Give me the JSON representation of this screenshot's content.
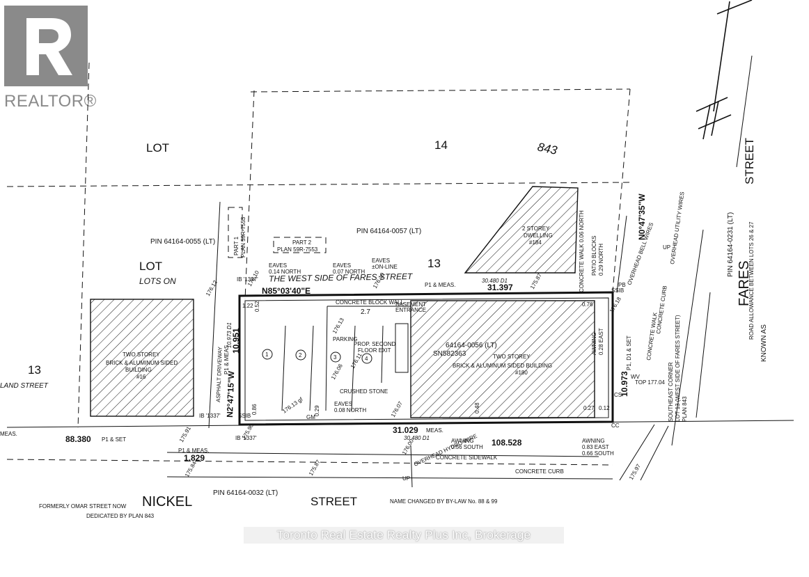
{
  "brand": {
    "logo_text": "REALTOR®",
    "logo_color": "#8a8a8a"
  },
  "watermark": "Toronto Real Estate Realty Plus Inc, Brokerage",
  "labels": {
    "lot_top": "LOT",
    "lot_num_14": "14",
    "plan_843": "843",
    "lot_left": "LOT",
    "lots_on": "LOTS ON",
    "lot_13_left": "13",
    "land_street": "LAND STREET",
    "west_side": "THE WEST SIDE OF FARES STREET",
    "lot_13_mid": "13",
    "fares": "FARES",
    "street_right": "STREET",
    "known_as": "KNOWN AS",
    "road_allowance": "ROAD ALLOWANCE BETWEEN LOTS 26 & 27",
    "pin_0231": "PIN 64164-0231 (LT)",
    "pin_0055": "PIN 64164-0055 (LT)",
    "pin_0057": "PIN 64164-0057 (LT)",
    "pin_0032": "PIN 64164-0032 (LT)",
    "part1_a": "PART 1",
    "part1_b": "PLAN 59R-7553",
    "part2_a": "PART 2",
    "part2_b": "PLAN 59R-7553",
    "bearing_top": "N85°03'40\"E",
    "bearing_left": "N2°47'15\"W",
    "bearing_right": "N0°47'35\"W",
    "dim_left": "10.951",
    "dim_left_d1": "10.973 D1",
    "p1_meas_left": "P1 & MEAS.",
    "dim_right": "10.973",
    "p1_d1_set": "P1, D1 & SET",
    "dim_top": "31.397",
    "dim_top_d1": "30.480 D1",
    "p1_meas_top": "P1 & MEAS.",
    "dim_bottom": "31.029",
    "dim_bottom_meas": "MEAS.",
    "dim_bottom_d1": "30.480 D1",
    "dim_88": "88.380",
    "p1_set": "P1 & SET",
    "dim_108": "108.528",
    "p1_meas_bl": "P1 & MEAS.",
    "dim_1829": "1.829",
    "eaves_014_a": "EAVES",
    "eaves_014_b": "0.14 NORTH",
    "eaves_007_a": "EAVES",
    "eaves_007_b": "0.07 NORTH",
    "eaves_online_a": "EAVES",
    "eaves_online_b": "±ON-LINE",
    "eaves_008_a": "EAVES",
    "eaves_008_b": "0.08 NORTH",
    "concrete_block_wall": "CONCRETE BLOCK WALL",
    "basement_entrance_a": "BASEMENT",
    "basement_entrance_b": "ENTRANCE",
    "parking": "PARKING",
    "prop_second_a": "PROP. SECOND",
    "prop_second_b": "FLOOR EXIT",
    "crushed_stone": "CRUSHED STONE",
    "dim_27": "2.7",
    "spot_1": "1",
    "spot_2": "2",
    "spot_3": "3",
    "spot_4": "4",
    "bldg_pin": "64164-0056 (LT)",
    "bldg_sn": "SN582363",
    "bldg_desc_a": "TWO STOREY",
    "bldg_desc_b": "BRICK & ALUMINUM SIDED BUILDING",
    "bldg_num": "#180",
    "dwelling_a": "2 STOREY",
    "dwelling_b": "DWELLING",
    "dwelling_num": "#184",
    "left_bldg_a": "TWO STOREY",
    "left_bldg_b": "BRICK & ALUMINUM SIDED",
    "left_bldg_c": "BUILDING",
    "left_bldg_num": "#16",
    "asphalt_driveway": "ASPHALT DRIVEWAY",
    "awning_028_a": "AWNING",
    "awning_028_b": "0.28 EAST",
    "awning_056_a": "AWNING",
    "awning_056_b": "0.56 SOUTH",
    "awning_083_a": "AWNING",
    "awning_083_b": "0.83 EAST",
    "awning_083_c": "0.66 SOUTH",
    "patio_a": "PATIO BLOCKS",
    "patio_b": "0.29 NORTH",
    "concrete_walk_north": "CONCRETE WALK 0.06 NORTH",
    "overhead_utility": "OVERHEAD UTILITY WIRES",
    "overhead_bell": "OVERHEAD BELL WIRES",
    "overhead_hydro": "OVERHEAD HYDRO WIRE",
    "concrete_curb_right": "CONCRETE CURB",
    "concrete_walk_right": "CONCRETE WALK",
    "concrete_sidewalk": "CONCRETE SIDEWALK",
    "concrete_curb_bottom": "CONCRETE CURB",
    "se_corner_a": "SOUTHEAST CORNER",
    "se_corner_b": "LOT 13 (WEST SIDE OF FARES STREET)",
    "se_corner_c": "PLAN 843",
    "top_elev": "TOP 177.04",
    "wv": "WV",
    "up_top": "UP",
    "up_bottom": "UP",
    "ib_1337_a": "IB '1337'",
    "ib_1337_b": "IB '1337'",
    "ib_1337_c": "IB '1337'",
    "ssib": "SSIB",
    "ssib2": "SSIB",
    "gm": "GM",
    "cs": "CS",
    "cc": "CC",
    "pb": "PB",
    "meas_left": "MEAS.",
    "nickel": "NICKEL",
    "formerly": "FORMERLY OMAR STREET NOW",
    "dedicated": "DEDICATED BY PLAN 843",
    "street_bottom": "STREET",
    "name_changed": "NAME CHANGED BY BY-LAW No. 88 & 99",
    "elev_1": "176.12",
    "elev_2": "176.10",
    "elev_3": "176.06",
    "elev_4": "176.13",
    "elev_5": "176.11",
    "elev_6": "176.10",
    "elev_7": "176.07",
    "elev_8": "175.90",
    "elev_9": "175.87",
    "elev_10": "175.91",
    "elev_11": "175.84",
    "elev_12": "175.87",
    "elev_13": "176.00",
    "elev_14": "175.97",
    "elev_15": "176.18",
    "elev_16": "176.13 gf",
    "off_122": "1.22",
    "off_052": "0.52",
    "off_076": "0.76",
    "off_086": "0.86",
    "off_029": "0.29",
    "off_027": "0.27",
    "off_012": "0.12",
    "off_048": "0.48"
  }
}
